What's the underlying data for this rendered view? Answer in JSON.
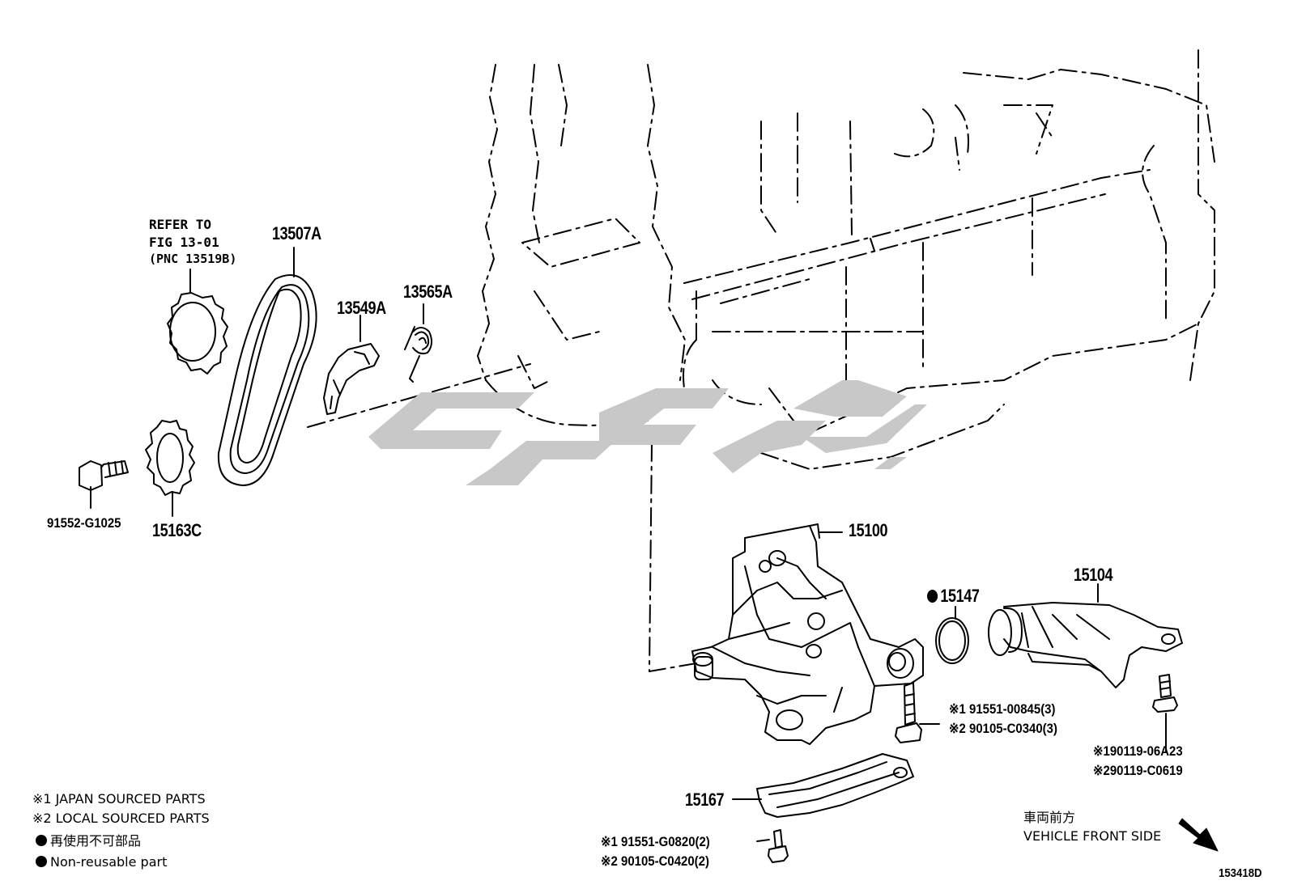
{
  "labels": {
    "refer_line1": "REFER TO",
    "refer_line2": "FIG 13-01",
    "refer_line3": "(PNC 13519B)",
    "p13507a": "13507A",
    "p13549a": "13549A",
    "p13565a": "13565A",
    "p91552": "91552-G1025",
    "p15163c": "15163C",
    "p15100": "15100",
    "p15147": "15147",
    "p15104": "15104",
    "bolt_top_1": "※1 91551-00845(3)",
    "bolt_top_2": "※2 90105-C0340(3)",
    "bolt_right_1": "※190119-06A23",
    "bolt_right_2": "※290119-C0619",
    "p15167": "15167",
    "bolt_bottom_1": "※1 91551-G0820(2)",
    "bolt_bottom_2": "※2 90105-C0420(2)",
    "front_jp": "車両前方",
    "front_en": "VEHICLE FRONT SIDE",
    "fig_id": "153418D"
  },
  "legend": {
    "note1": "※1 JAPAN SOURCED PARTS",
    "note2": "※2 LOCAL SOURCED PARTS",
    "nonreuse_jp": "再使用不可部品",
    "nonreuse_en": "Non-reusable part"
  },
  "colors": {
    "line": "#000000",
    "watermark": "#c8c8c8",
    "background": "#ffffff"
  }
}
